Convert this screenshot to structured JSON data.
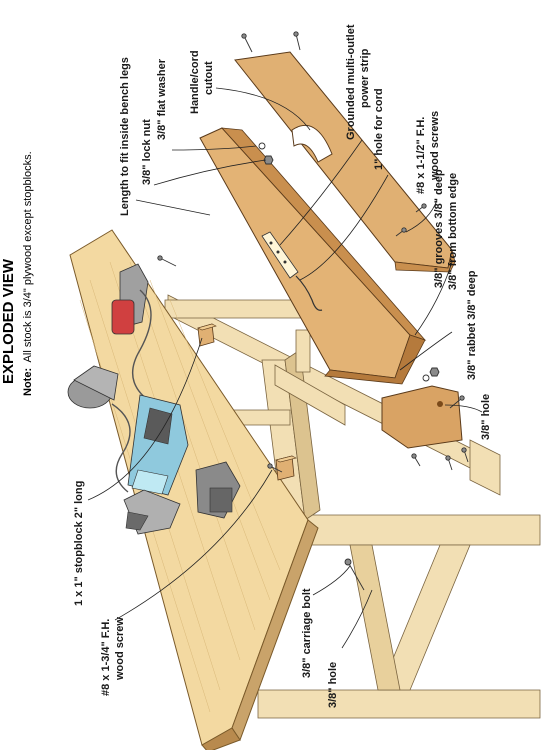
{
  "title": "EXPLODED VIEW",
  "note": {
    "prefix": "Note:",
    "text": "All stock is 3/4\" plywood except stopblocks."
  },
  "labels": {
    "leg_length": "Length to fit inside bench legs",
    "flat_washer": "3/8\" flat washer",
    "lock_nut": "3/8\" lock nut",
    "handle_cutout_1": "Handle/cord",
    "handle_cutout_2": "cutout",
    "power_strip_1": "Grounded multi-outlet",
    "power_strip_2": "power strip",
    "cord_hole": "1\" hole for cord",
    "wood_screws_112_1": "#8 x 1-1/2\" F.H.",
    "wood_screws_112_2": "wood screws",
    "grooves_1": "3/8\" grooves 3/8\" deep",
    "grooves_2": "3/8\" from bottom edge",
    "rabbet": "3/8\" rabbet 3/8\" deep",
    "hole_right": "3/8\" hole",
    "stopblock": "1 x 1\" stopblock 2\" long",
    "wood_screw_134_1": "#8 x 1-3/4\" F.H.",
    "wood_screw_134_2": "wood screw",
    "carriage_bolt": "3/8\" carriage bolt",
    "hole_bottom": "3/8\" hole"
  },
  "colors": {
    "plywood": "#e0b073",
    "plywood_dark": "#c98f4e",
    "plywood_edge": "#b57a3c",
    "bench_top": "#f0d49a",
    "legs": "#f2dfb4",
    "legs_shade": "#dcc38f",
    "tool_gray": "#8a8a8a",
    "tool_blue": "#9fd8e8",
    "tool_red": "#c0392b"
  },
  "icons": [
    "router-icon",
    "belt-sander-icon",
    "random-orbit-sander-icon",
    "detail-sander-icon",
    "palm-sander-icon",
    "screw-icon",
    "carriage-bolt-icon",
    "washer-icon",
    "nut-icon",
    "power-strip-icon"
  ]
}
